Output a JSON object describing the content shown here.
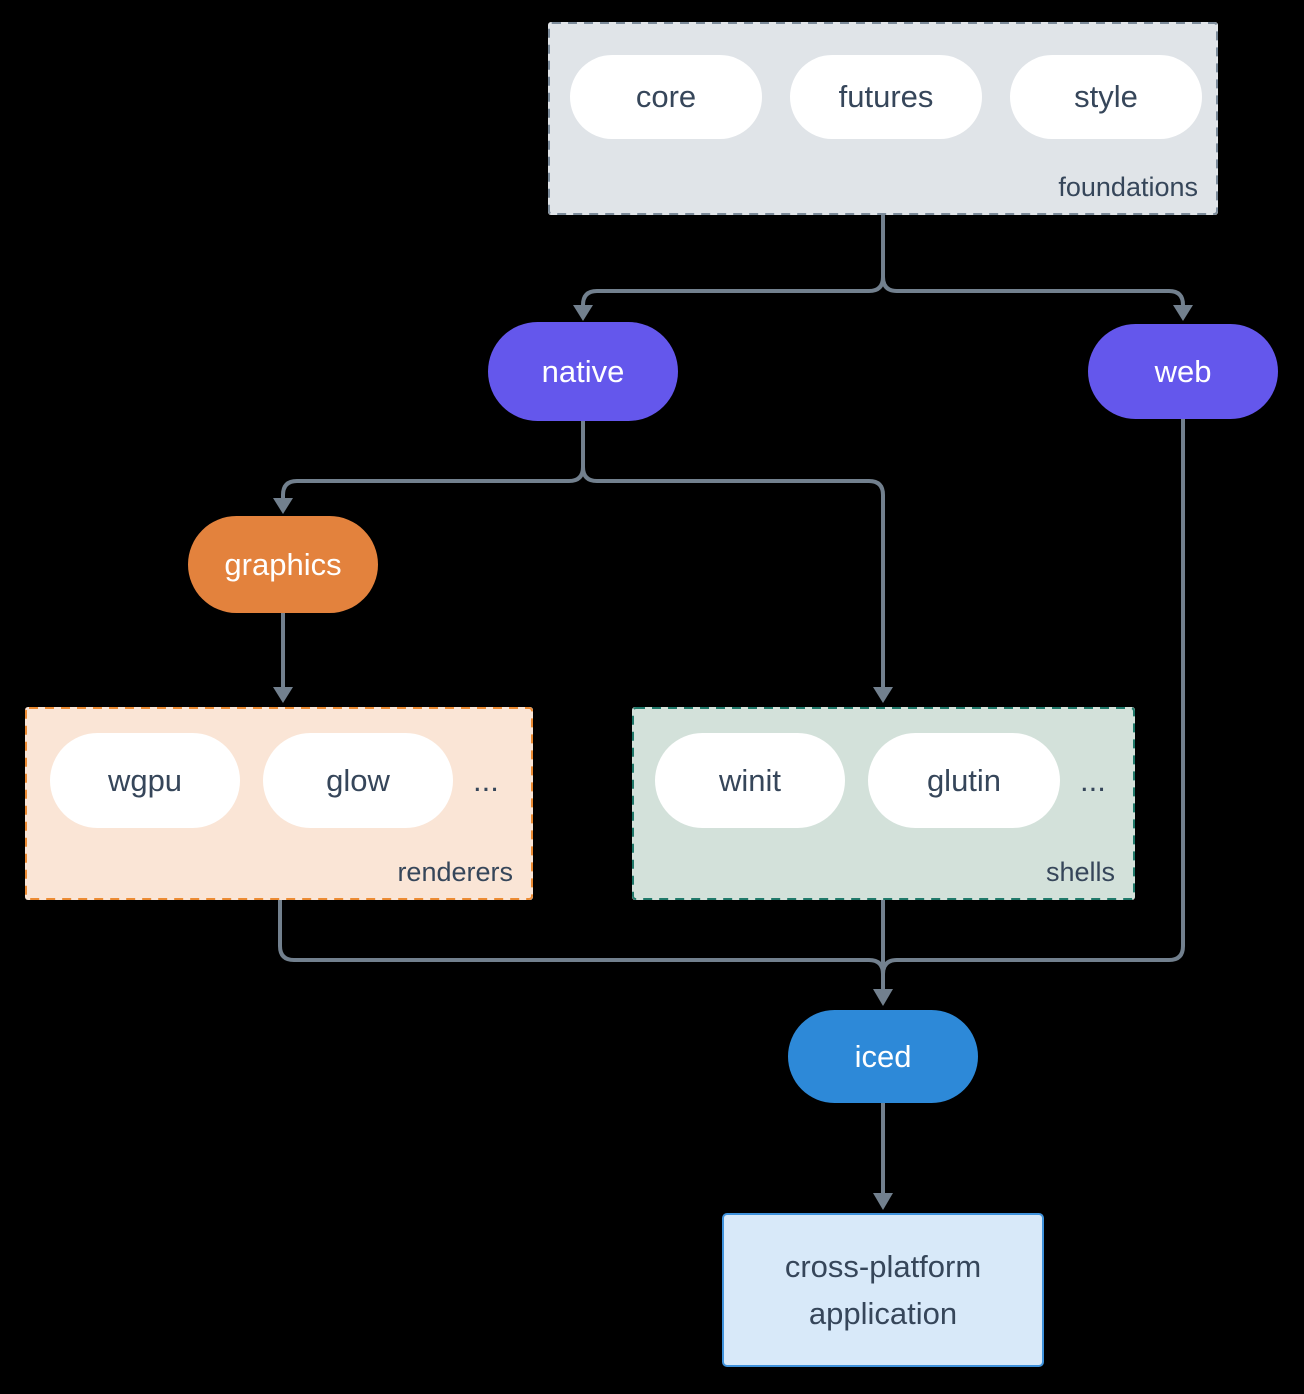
{
  "diagram": {
    "background_color": "#000000",
    "arrow_color": "#72808e",
    "text_color": "#36465a",
    "foundations": {
      "label": "foundations",
      "bg_color": "#e0e4e8",
      "border_color": "#7d8c9b",
      "items": [
        {
          "label": "core"
        },
        {
          "label": "futures"
        },
        {
          "label": "style"
        }
      ]
    },
    "native": {
      "label": "native",
      "bg_color": "#6457ec"
    },
    "web": {
      "label": "web",
      "bg_color": "#6457ec"
    },
    "graphics": {
      "label": "graphics",
      "bg_color": "#e3823d"
    },
    "renderers": {
      "label": "renderers",
      "bg_color": "#fae5d6",
      "border_color": "#ec8b33",
      "items": [
        {
          "label": "wgpu"
        },
        {
          "label": "glow"
        }
      ],
      "ellipsis": "..."
    },
    "shells": {
      "label": "shells",
      "bg_color": "#d3e1da",
      "border_color": "#20796a",
      "items": [
        {
          "label": "winit"
        },
        {
          "label": "glutin"
        }
      ],
      "ellipsis": "..."
    },
    "iced": {
      "label": "iced",
      "bg_color": "#2d89d8"
    },
    "application": {
      "label": "cross-platform application",
      "bg_color": "#d8e9f9",
      "border_color": "#3f92dc"
    }
  }
}
